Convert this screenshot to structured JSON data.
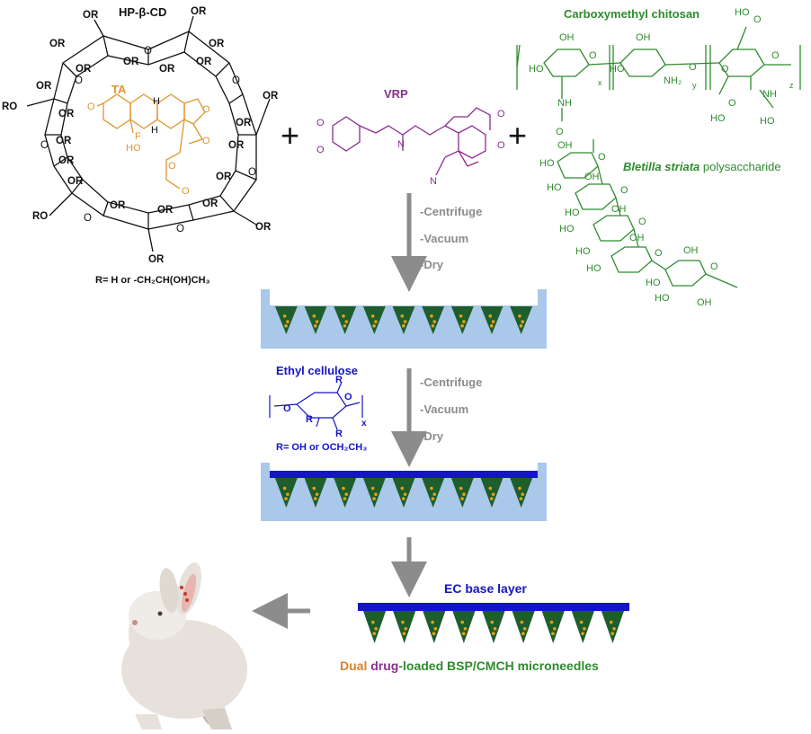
{
  "colors": {
    "black": "#111111",
    "ta_orange": "#e0952c",
    "vrp_purple": "#8a2d8f",
    "green": "#2e8b2e",
    "blue": "#1414c8",
    "gray": "#8c8c8c",
    "mold_blue": "#a9c8ea",
    "needle_green": "#1d5e2c",
    "dot_orange": "#e6a014",
    "legend_orange": "#d9822b",
    "legend_purple": "#8a2d8f"
  },
  "hpbcd": {
    "title": "HP-β-CD",
    "drug_label": "TA",
    "r_group": "RO",
    "or_group": "OR",
    "oxygen": "O",
    "r_definition": "R= H or -CH₂CH(OH)CH₃"
  },
  "ta_structure": {
    "o": "O",
    "h": "H",
    "f": "F",
    "ho": "HO"
  },
  "vrp": {
    "label": "VRP",
    "n": "N",
    "o": "O",
    "nitrile_n": "N"
  },
  "cmch": {
    "title": "Carboxymethyl chitosan",
    "oh": "OH",
    "ho": "HO",
    "o": "O",
    "nh": "NH",
    "nh2": "NH₂",
    "ho_label": "HO",
    "subscript_x": "x",
    "subscript_y": "y",
    "subscript_z": "z"
  },
  "bsp": {
    "title_italic": "Bletilla striata",
    "title_rest": " polysaccharide",
    "oh": "OH",
    "ho": "HO",
    "o": "O"
  },
  "plus_sign": "+",
  "steps_1": [
    "-Centrifuge",
    "-Vacuum",
    "-Dry"
  ],
  "steps_2": [
    "-Centrifuge",
    "-Vacuum",
    "-Dry"
  ],
  "ethyl_cellulose": {
    "title": "Ethyl cellulose",
    "o": "O",
    "r": "R",
    "subscript_x": "x",
    "r_definition": "R= OH or OCH₂CH₃"
  },
  "ec_base_label": "EC base layer",
  "final_label": {
    "word_dual": "Dual ",
    "word_drug": "drug",
    "word_rest": "-loaded BSP/CMCH microneedles"
  },
  "needle_count": 9
}
